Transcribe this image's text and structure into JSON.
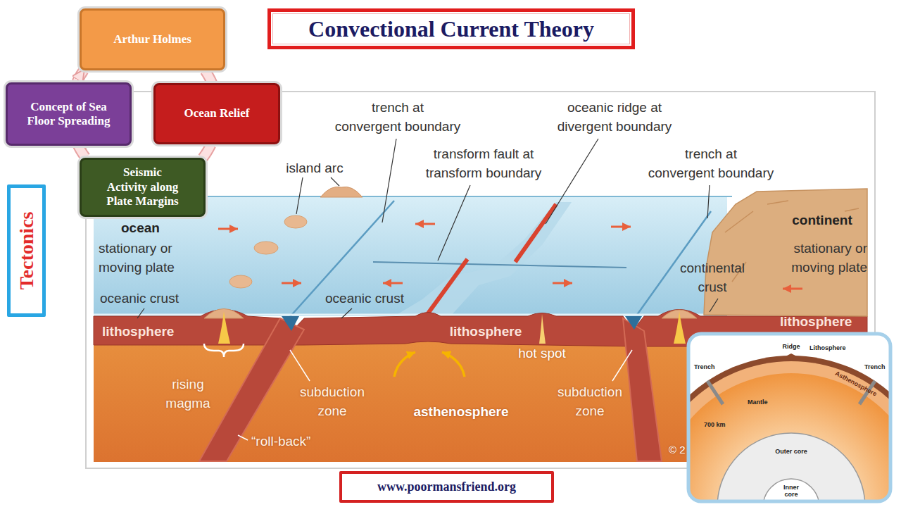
{
  "diagram": {
    "title": "Convectional Current Theory",
    "nodes": [
      {
        "text": [
          "Arthur Holmes"
        ]
      },
      {
        "text": [
          "Concept of Sea Floor Spreading"
        ]
      },
      {
        "text": [
          "Ocean Relief"
        ]
      },
      {
        "text": [
          "Seismic Activity along Plate Margins"
        ]
      },
      {
        "text": [
          "Tectonics"
        ]
      },
      {
        "text": [
          "www.poormansfriend.org"
        ]
      }
    ],
    "edges": [
      {
        "from": 0,
        "to": 2,
        "arrow": "none"
      },
      {
        "from": 2,
        "to": 3,
        "arrow": "none"
      },
      {
        "from": 3,
        "to": 1,
        "arrow": "none"
      },
      {
        "from": 1,
        "to": 0,
        "arrow": "to"
      }
    ],
    "labels": [
      "trench at convergent boundary",
      "transform fault at transform boundary",
      "oceanic ridge at divergent boundary",
      "trench at convergent boundary",
      "island arc",
      "ocean",
      "stationary or moving plate",
      "oceanic crust",
      "lithosphere",
      "oceanic crust",
      "lithosphere",
      "hot spot",
      "rising magma",
      "subduction zone",
      "asthenosphere",
      "subduction zone",
      "“roll-back”",
      "continent",
      "stationary or moving plate",
      "continental crust",
      "lithosphere",
      "© 2",
      "Ridge",
      "Trench",
      "Lithosphere",
      "Trench",
      "Asthenosphere",
      "Mantle",
      "700 km",
      "Outer core",
      "Inner core"
    ]
  }
}
